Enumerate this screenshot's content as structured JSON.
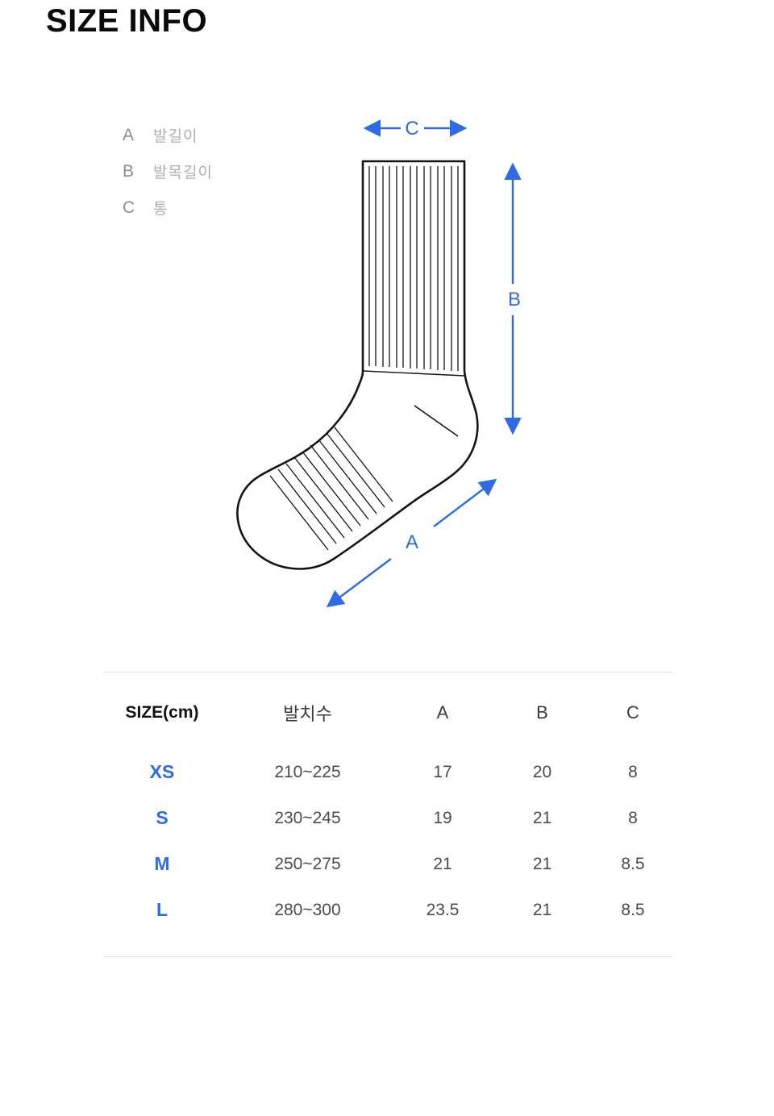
{
  "theme": {
    "accent": "#2e6be5",
    "outline": "#141414"
  },
  "page": {
    "title": "SIZE INFO"
  },
  "legend": {
    "items": [
      {
        "key": "A",
        "label": "발길이"
      },
      {
        "key": "B",
        "label": "발목길이"
      },
      {
        "key": "C",
        "label": "통"
      }
    ]
  },
  "diagram": {
    "labels": {
      "a": "A",
      "b": "B",
      "c": "C"
    }
  },
  "table": {
    "headers": [
      "SIZE(cm)",
      "발치수",
      "A",
      "B",
      "C"
    ],
    "rows": [
      {
        "size": "XS",
        "foot": "210~225",
        "a": "17",
        "b": "20",
        "c": "8"
      },
      {
        "size": "S",
        "foot": "230~245",
        "a": "19",
        "b": "21",
        "c": "8"
      },
      {
        "size": "M",
        "foot": "250~275",
        "a": "21",
        "b": "21",
        "c": "8.5"
      },
      {
        "size": "L",
        "foot": "280~300",
        "a": "23.5",
        "b": "21",
        "c": "8.5"
      }
    ]
  }
}
